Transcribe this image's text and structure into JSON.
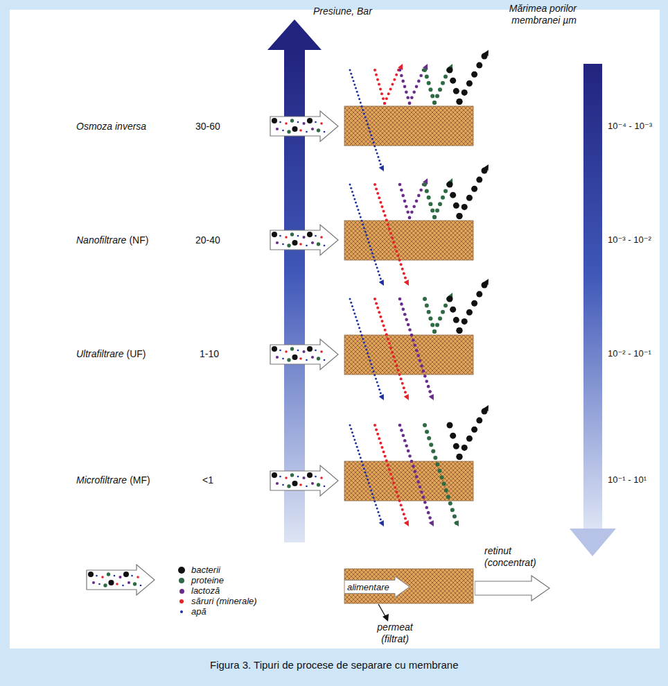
{
  "diagram": {
    "caption": "Figura 3. Tipuri de procese de separare cu membrane",
    "nodes": [
      {
        "text": [
          "alimentare"
        ]
      },
      {
        "text": [
          "retinut (concentrat)"
        ]
      }
    ],
    "labels": [
      "Presiune, Bar",
      "Mărimea porilor membranei µm",
      "Osmoza inversa",
      "30-60",
      "10⁻⁴ - 10⁻³",
      "Nanofiltrare",
      "(NF)",
      "20-40",
      "10⁻³ - 10⁻²",
      "Ultrafiltrare",
      "(UF)",
      "1-10",
      "10⁻² - 10⁻¹",
      "Microfiltrare",
      "(MF)",
      "<1",
      "10⁻¹ - 10¹",
      "permeat (filtrat)"
    ],
    "legend": [
      {
        "text": "bacterii",
        "color": "#111111"
      },
      {
        "text": "proteine",
        "color": "#2e6b45"
      },
      {
        "text": "lactoză",
        "color": "#6a2c8c"
      },
      {
        "text": "săruri (minerale)",
        "color": "#e8202a"
      },
      {
        "text": "apă",
        "color": "#1c2fa0"
      }
    ]
  }
}
